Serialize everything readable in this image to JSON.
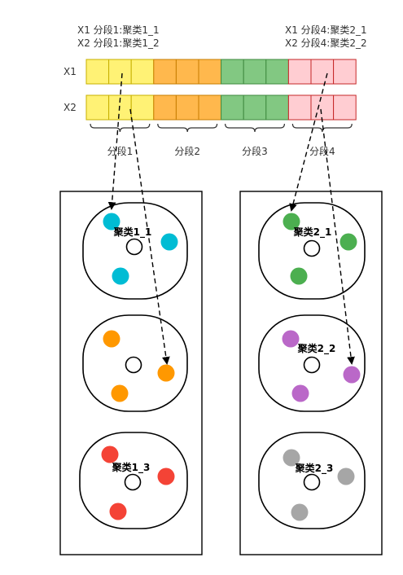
{
  "annotations": {
    "left_line1": "X1 分段1:聚类1_1",
    "left_line2": "X2 分段1:聚类1_2",
    "right_line1": "X1 分段4:聚类2_1",
    "right_line2": "X2 分段4:聚类2_2"
  },
  "rows": {
    "x1": "X1",
    "x2": "X2"
  },
  "segments": [
    {
      "label": "分段1",
      "color": "#FFF275",
      "stroke": "#C7B000"
    },
    {
      "label": "分段2",
      "color": "#FFB84D",
      "stroke": "#C77D00"
    },
    {
      "label": "分段3",
      "color": "#82C882",
      "stroke": "#3F8A3F"
    },
    {
      "label": "分段4",
      "color": "#FFCDD2",
      "stroke": "#C62828"
    }
  ],
  "groups": [
    {
      "clusters": [
        {
          "label": "聚类1_1",
          "color": "#00BCD4"
        },
        {
          "label": "",
          "color": "#FF9800"
        },
        {
          "label": "聚类1_3",
          "color": "#F44336"
        }
      ]
    },
    {
      "clusters": [
        {
          "label": "聚类2_1",
          "color": "#4CAF50"
        },
        {
          "label": "聚类2_2",
          "color": "#BA68C8"
        },
        {
          "label": "聚类2_3",
          "color": "#A6A6A6"
        }
      ]
    }
  ]
}
